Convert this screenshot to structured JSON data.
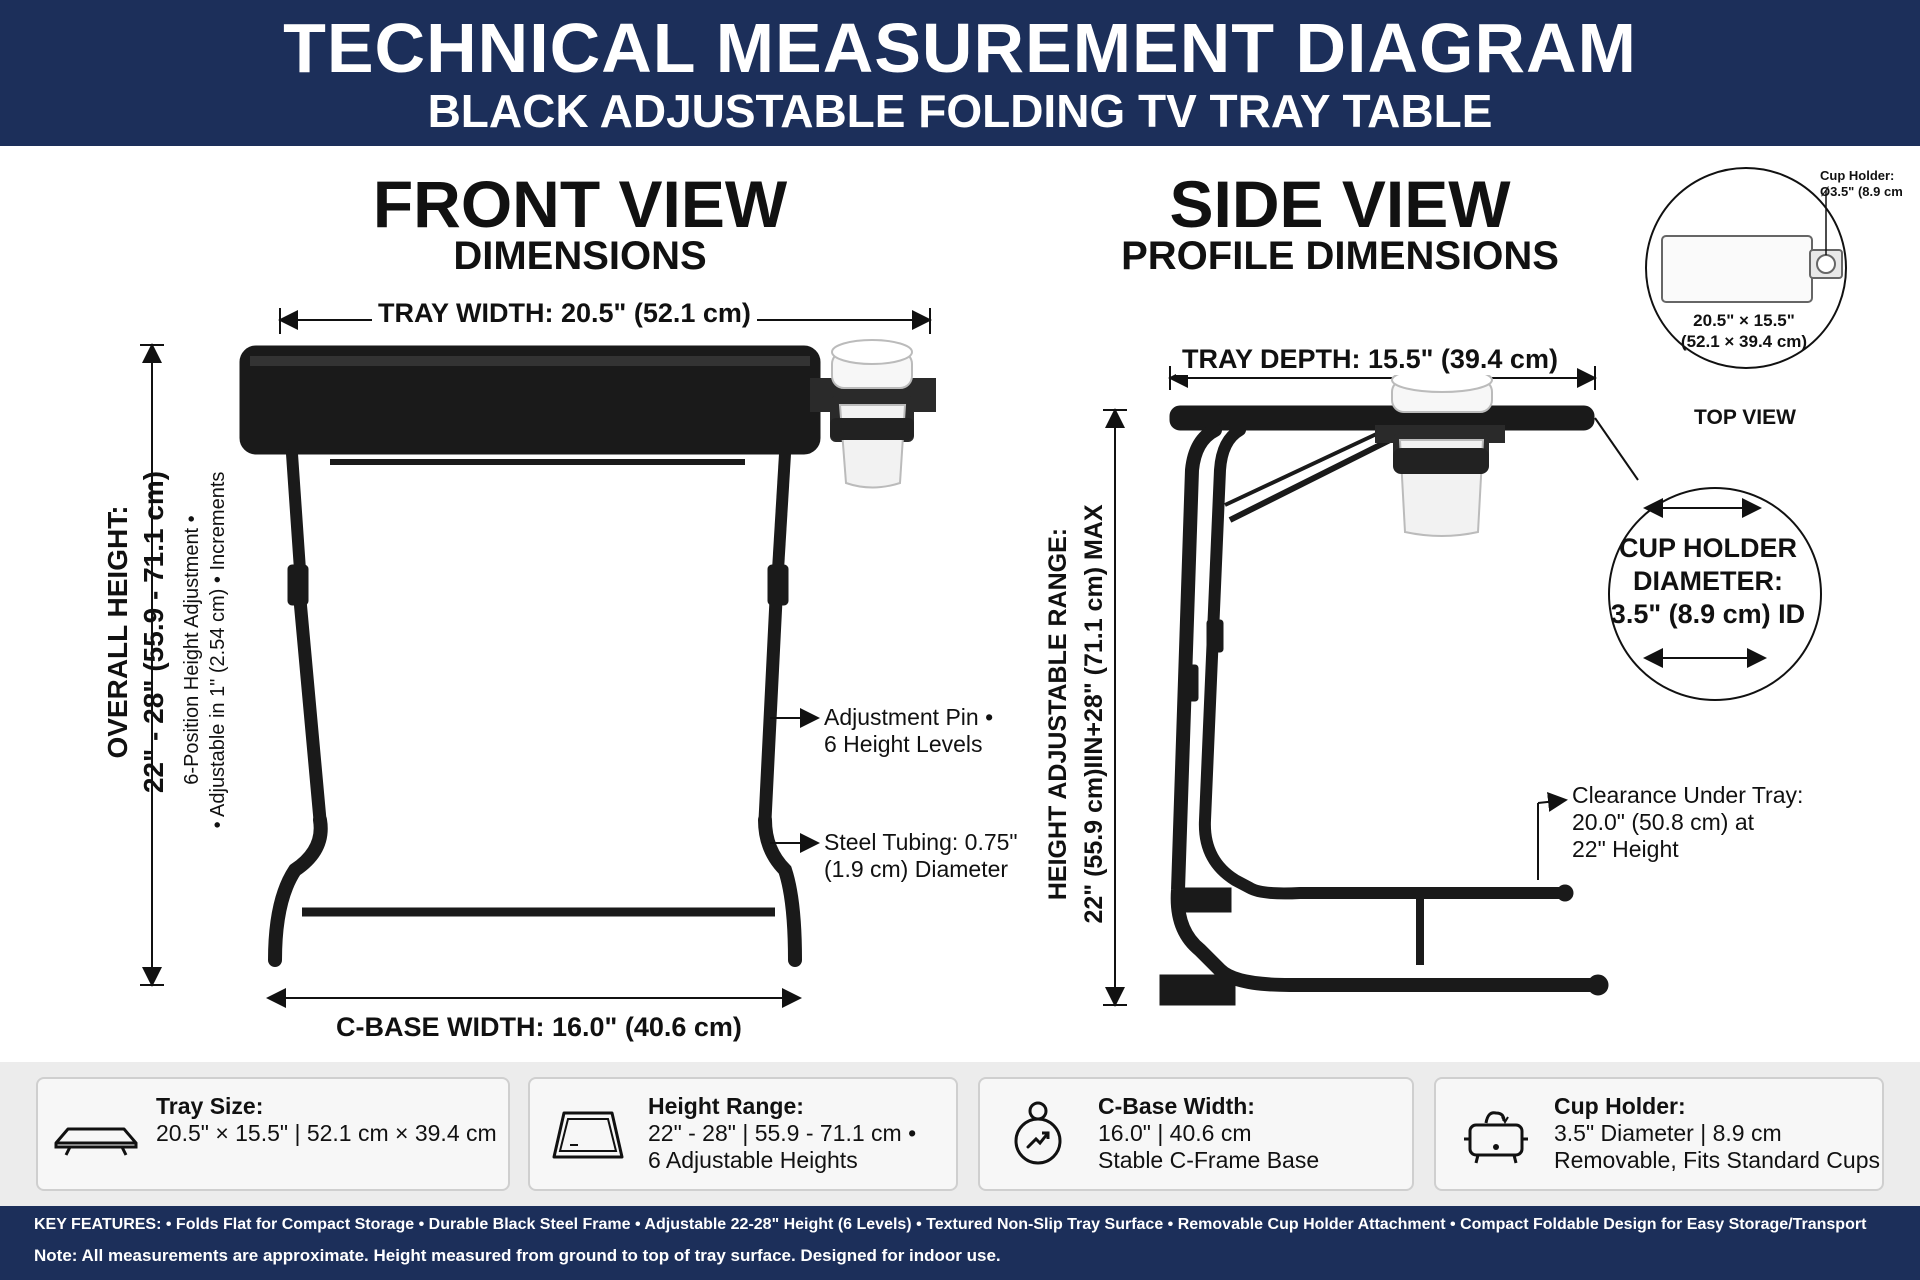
{
  "header": {
    "title": "TECHNICAL MEASUREMENT DIAGRAM",
    "subtitle": "BLACK ADJUSTABLE FOLDING TV TRAY TABLE"
  },
  "front_view": {
    "title": "FRONT VIEW",
    "subtitle": "DIMENSIONS",
    "tray_width": "TRAY WIDTH: 20.5\" (52.1 cm)",
    "overall_height_line1": "OVERALL HEIGHT:",
    "overall_height_line2": "22\" - 28\" (55.9 - 71.1 cm)",
    "height_adjust_line1": "6-Position Height Adjustment •",
    "height_adjust_line2": "• Adjustable in 1\" (2.54 cm) • Increments",
    "adjustment_pin_line1": "Adjustment Pin •",
    "adjustment_pin_line2": "6 Height Levels",
    "steel_tubing_line1": "Steel Tubing: 0.75\"",
    "steel_tubing_line2": "(1.9 cm) Diameter",
    "base_width": "C-BASE WIDTH: 16.0\" (40.6 cm)"
  },
  "side_view": {
    "title": "SIDE VIEW",
    "subtitle": "PROFILE DIMENSIONS",
    "tray_depth": "TRAY DEPTH: 15.5\" (39.4 cm)",
    "height_range_line1": "HEIGHT ADJUSTABLE RANGE:",
    "height_range_line2": "22\" (55.9 cm)IIN+28\" (71.1 cm) MAX",
    "clearance_line1": "Clearance Under Tray:",
    "clearance_line2": "20.0\" (50.8 cm) at",
    "clearance_line3": "22\" Height"
  },
  "top_view": {
    "label": "TOP VIEW",
    "cup_holder_line1": "Cup Holder:",
    "cup_holder_line2": "Ø3.5\" (8.9 cm",
    "tray_dims_line1": "20.5\" × 15.5\"",
    "tray_dims_line2": "(52.1 × 39.4 cm)"
  },
  "cup_holder_detail": {
    "line1": "CUP HOLDER",
    "line2": "DIAMETER:",
    "line3": "3.5\" (8.9 cm) ID"
  },
  "specs": [
    {
      "icon": "tray-icon",
      "title": "Tray Size:",
      "line1": "20.5\" × 15.5\" | 52.1 cm × 39.4 cm",
      "line2": ""
    },
    {
      "icon": "height-icon",
      "title": "Height Range:",
      "line1": "22\" - 28\" | 55.9 - 71.1 cm •",
      "line2": "6 Adjustable Heights"
    },
    {
      "icon": "base-icon",
      "title": "C-Base Width:",
      "line1": "16.0\" | 40.6 cm",
      "line2": "Stable C-Frame Base"
    },
    {
      "icon": "cup-icon",
      "title": "Cup Holder:",
      "line1": "3.5\" Diameter | 8.9 cm",
      "line2": "Removable, Fits Standard Cups"
    }
  ],
  "footer": {
    "features": "KEY FEATURES: • Folds Flat for Compact Storage • Durable Black Steel Frame • Adjustable 22-28\" Height (6 Levels) • Textured Non-Slip Tray Surface • Removable Cup Holder Attachment • Compact Foldable Design for Easy Storage/Transport",
    "note": "Note: All measurements are approximate. Height measured from ground to top of tray surface. Designed for indoor use."
  },
  "colors": {
    "navy": "#1c2f5a",
    "frame": "#1a1a1a",
    "cup": "#f2f2f2"
  }
}
